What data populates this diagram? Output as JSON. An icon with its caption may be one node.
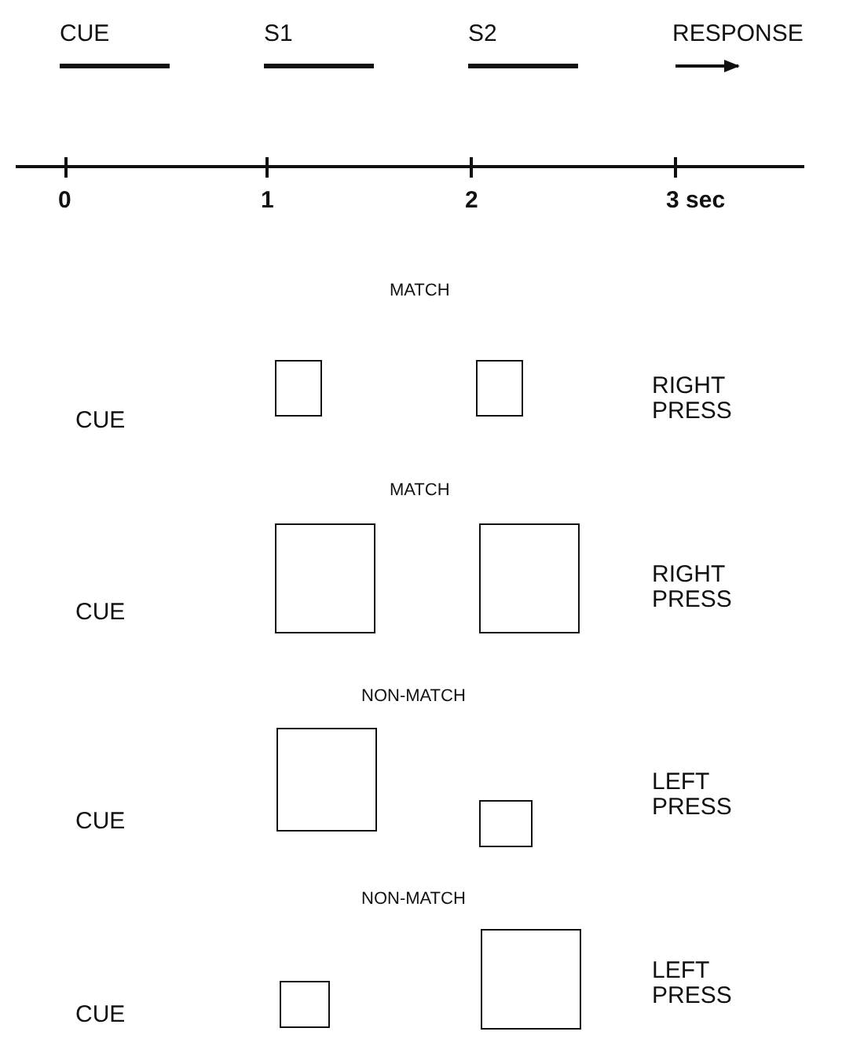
{
  "diagram": {
    "nodes": [
      {
        "text": [],
        "shape": "box"
      },
      {
        "text": [],
        "shape": "box"
      },
      {
        "text": [],
        "shape": "box"
      },
      {
        "text": [],
        "shape": "box"
      },
      {
        "text": [],
        "shape": "box"
      },
      {
        "text": [],
        "shape": "box"
      },
      {
        "text": [],
        "shape": "box"
      },
      {
        "text": [],
        "shape": "box"
      }
    ],
    "labels": [
      "CUE",
      "S1",
      "S2",
      "RESPONSE",
      "0",
      "1",
      "2",
      "3 sec",
      "MATCH",
      "CUE",
      "RIGHT PRESS",
      "MATCH",
      "CUE",
      "RIGHT PRESS",
      "NON-MATCH",
      "CUE",
      "LEFT PRESS",
      "NON-MATCH",
      "CUE",
      "LEFT PRESS"
    ]
  }
}
